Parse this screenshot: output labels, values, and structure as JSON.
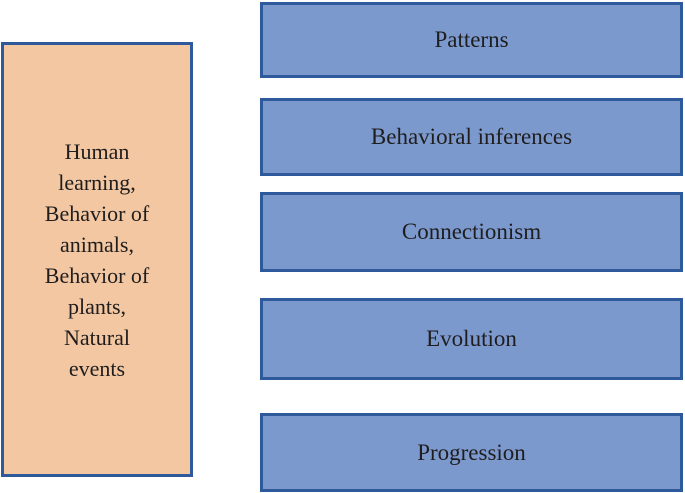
{
  "figure": {
    "background_color": "#ffffff",
    "text_color": "#1f1d1d",
    "source_box": {
      "full_text": "Human learning, Behavior of animals, Behavior of plants, Natural events",
      "lines": [
        "Human",
        "learning,",
        "Behavior of",
        "animals,",
        "Behavior of",
        "plants,",
        "Natural",
        "events"
      ],
      "fill_color": "#f2c7a2",
      "border_color": "#2e5a9c"
    },
    "category_boxes": [
      {
        "label": "Patterns"
      },
      {
        "label": "Behavioral inferences"
      },
      {
        "label": "Connectionism"
      },
      {
        "label": "Evolution"
      },
      {
        "label": "Progression"
      }
    ],
    "category_box_style": {
      "fill_color": "#7c99ce",
      "border_color": "#2e5a9c"
    }
  }
}
